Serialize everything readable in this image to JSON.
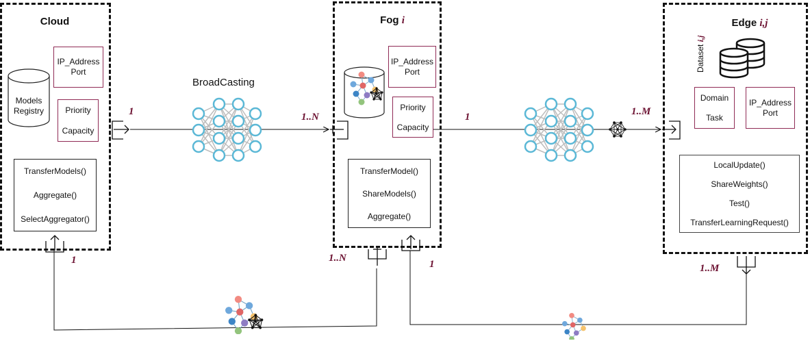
{
  "cloud": {
    "title": "Cloud",
    "models_registry": "Models Registry",
    "ip_address": "IP_Address",
    "port": "Port",
    "priority": "Priority",
    "capacity": "Capacity",
    "methods": [
      "TransferModels()",
      "Aggregate()",
      "SelectAggregator()"
    ]
  },
  "fog": {
    "title": "Fog",
    "title_index": "i",
    "ip_address": "IP_Address",
    "port": "Port",
    "priority": "Priority",
    "capacity": "Capacity",
    "methods": [
      "TransferModel()",
      "ShareModels()",
      "Aggregate()"
    ]
  },
  "edge": {
    "title": "Edge",
    "title_index": "i,j",
    "dataset": "Dataset",
    "dataset_index": "i,j",
    "domain": "Domain",
    "task": "Task",
    "ip_address": "IP_Address",
    "port": "Port",
    "methods": [
      "LocalUpdate()",
      "ShareWeights()",
      "Test()",
      "TransferLearningRequest()"
    ]
  },
  "broadcasting_label": "BroadCasting",
  "multiplicities": {
    "cloud_out": "1",
    "fog_in": "1..N",
    "fog_out": "1",
    "edge_in": "1..M",
    "cloud_bottom": "1",
    "fog_bottom_out": "1..N",
    "fog_bottom_in": "1",
    "edge_bottom_out": "1..M"
  },
  "colors": {
    "panel_border": "#111111",
    "attr_border": "#8f2a55",
    "multiplicity": "#6b1030",
    "neuron": "#5bb8d6",
    "edge_line": "#bdbdbd"
  },
  "icons": [
    "neural-network-icon",
    "database-icon",
    "model-cluster-icon",
    "port-icon"
  ]
}
